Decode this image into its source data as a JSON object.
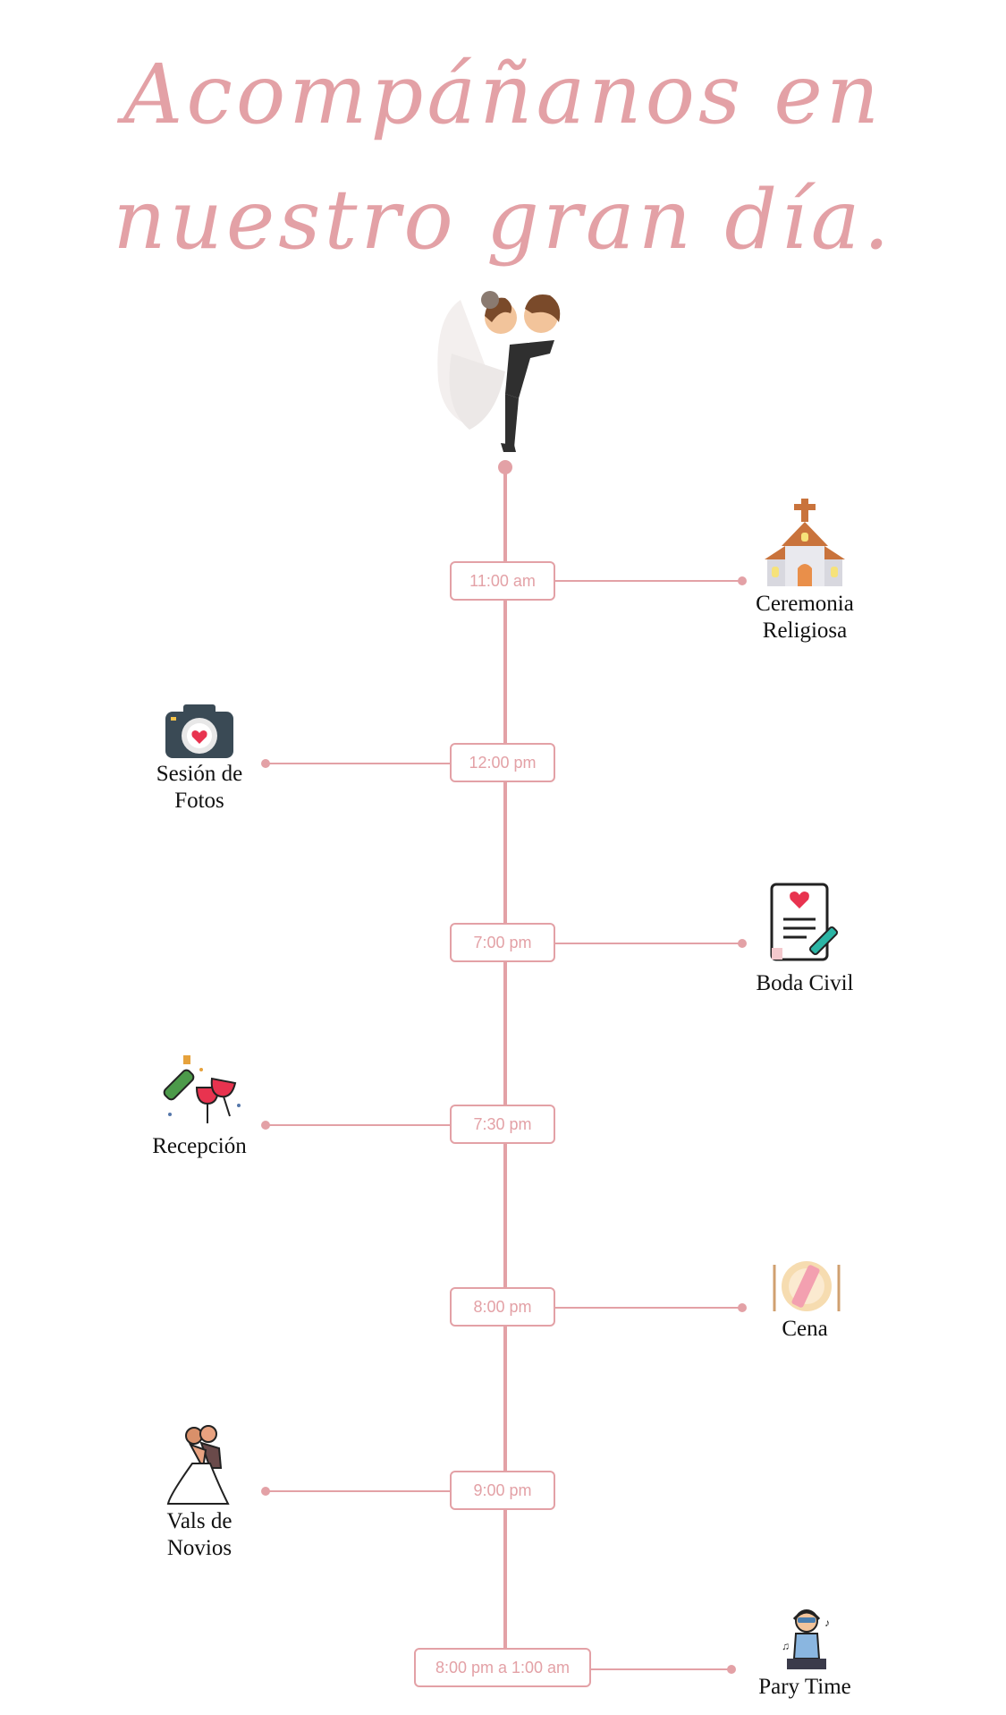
{
  "title_line1": "Acompáñanos en",
  "title_line2": "nuestro gran día.",
  "events": [
    {
      "time": "11:00 am",
      "label": "Ceremonia\nReligiosa",
      "icon": "church-icon"
    },
    {
      "time": "12:00 pm",
      "label": "Sesión de\nFotos",
      "icon": "camera-icon"
    },
    {
      "time": "7:00 pm",
      "label": "Boda Civil",
      "icon": "certificate-icon"
    },
    {
      "time": "7:30 pm",
      "label": "Recepción",
      "icon": "champagne-icon"
    },
    {
      "time": "8:00 pm",
      "label": "Cena",
      "icon": "plate-icon"
    },
    {
      "time": "9:00 pm",
      "label": "Vals de\nNovios",
      "icon": "dancing-couple-icon"
    },
    {
      "time": "8:00 pm a 1:00 am",
      "label": "Pary Time",
      "icon": "dj-icon"
    }
  ],
  "colors": {
    "accent": "#e3a1a6",
    "text": "#111111"
  }
}
